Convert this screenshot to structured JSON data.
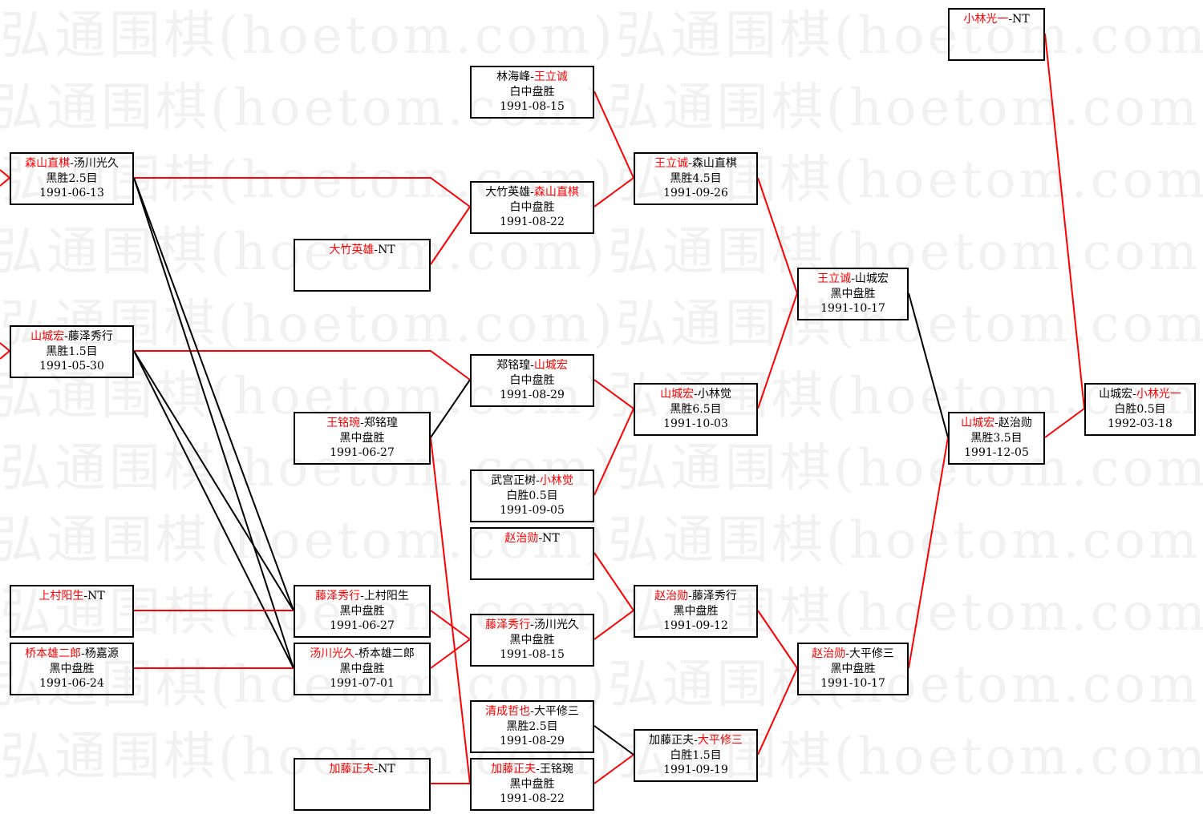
{
  "watermark_text": "弘通围棋(hoetom.com)",
  "colors": {
    "winner": "#ff0000",
    "line_win": "#ff0000",
    "line_loss": "#000000"
  },
  "matches": [
    {
      "id": "m_moriyama",
      "p1": "森山直棋",
      "sep": "-",
      "p2": "汤川光久",
      "winner": 1,
      "result": "黑胜2.5目",
      "date": "1991-06-13"
    },
    {
      "id": "m_yamashiro",
      "p1": "山城宏",
      "sep": "-",
      "p2": "藤泽秀行",
      "winner": 1,
      "result": "黑胜1.5目",
      "date": "1991-05-30"
    },
    {
      "id": "m_uemura",
      "p1": "上村阳生",
      "sep": "-",
      "p2": "NT",
      "winner": 1,
      "result": "",
      "date": ""
    },
    {
      "id": "m_hashimoto",
      "p1": "桥本雄二郎",
      "sep": "-",
      "p2": "杨嘉源",
      "winner": 1,
      "result": "黑中盘胜",
      "date": "1991-06-24"
    },
    {
      "id": "m_otake_nt",
      "p1": "大竹英雄",
      "sep": "-",
      "p2": "NT",
      "winner": 1,
      "result": "",
      "date": ""
    },
    {
      "id": "m_wangmingwan",
      "p1": "王铭琬",
      "sep": "-",
      "p2": "郑铭瑝",
      "winner": 1,
      "result": "黑中盘胜",
      "date": "1991-06-27"
    },
    {
      "id": "m_fujisawa_uemura",
      "p1": "藤泽秀行",
      "sep": "-",
      "p2": "上村阳生",
      "winner": 1,
      "result": "黑中盘胜",
      "date": "1991-06-27"
    },
    {
      "id": "m_yukawa_hashimoto",
      "p1": "汤川光久",
      "sep": "-",
      "p2": "桥本雄二郎",
      "winner": 1,
      "result": "黑中盘胜",
      "date": "1991-07-01"
    },
    {
      "id": "m_kato_nt",
      "p1": "加藤正夫",
      "sep": "-",
      "p2": "NT",
      "winner": 1,
      "result": "",
      "date": ""
    },
    {
      "id": "m_linhaifeng",
      "p1": "林海峰",
      "sep": "-",
      "p2": "王立诚",
      "winner": 2,
      "result": "白中盘胜",
      "date": "1991-08-15"
    },
    {
      "id": "m_otake_moriyama",
      "p1": "大竹英雄",
      "sep": "-",
      "p2": "森山直棋",
      "winner": 2,
      "result": "白中盘胜",
      "date": "1991-08-22"
    },
    {
      "id": "m_zheng_yamashiro",
      "p1": "郑铭瑝",
      "sep": "-",
      "p2": "山城宏",
      "winner": 2,
      "result": "白中盘胜",
      "date": "1991-08-29"
    },
    {
      "id": "m_takemiya",
      "p1": "武宫正树",
      "sep": "-",
      "p2": "小林觉",
      "winner": 2,
      "result": "白胜0.5目",
      "date": "1991-09-05"
    },
    {
      "id": "m_zhao_nt",
      "p1": "赵治勋",
      "sep": "-",
      "p2": "NT",
      "winner": 1,
      "result": "",
      "date": ""
    },
    {
      "id": "m_fujisawa_yukawa",
      "p1": "藤泽秀行",
      "sep": "-",
      "p2": "汤川光久",
      "winner": 1,
      "result": "黑中盘胜",
      "date": "1991-08-15"
    },
    {
      "id": "m_kiyonari",
      "p1": "清成哲也",
      "sep": "-",
      "p2": "大平修三",
      "winner": 1,
      "result": "黑胜2.5目",
      "date": "1991-08-29"
    },
    {
      "id": "m_kato_wang",
      "p1": "加藤正夫",
      "sep": "-",
      "p2": "王铭琬",
      "winner": 1,
      "result": "黑中盘胜",
      "date": "1991-08-22"
    },
    {
      "id": "m_wanglicheng_moriyama",
      "p1": "王立诚",
      "sep": "-",
      "p2": "森山直棋",
      "winner": 1,
      "result": "黑胜4.5目",
      "date": "1991-09-26"
    },
    {
      "id": "m_yamashiro_satoru",
      "p1": "山城宏",
      "sep": "-",
      "p2": "小林觉",
      "winner": 1,
      "result": "黑胜6.5目",
      "date": "1991-10-03"
    },
    {
      "id": "m_zhao_fujisawa",
      "p1": "赵治勋",
      "sep": "-",
      "p2": "藤泽秀行",
      "winner": 1,
      "result": "黑中盘胜",
      "date": "1991-09-12"
    },
    {
      "id": "m_kato_ohira",
      "p1": "加藤正夫",
      "sep": "-",
      "p2": "大平修三",
      "winner": 2,
      "result": "白胜1.5目",
      "date": "1991-09-19"
    },
    {
      "id": "m_wanglicheng_yamashiro",
      "p1": "王立诚",
      "sep": "-",
      "p2": "山城宏",
      "winner": 1,
      "result": "黑中盘胜",
      "date": "1991-10-17"
    },
    {
      "id": "m_zhao_ohira",
      "p1": "赵治勋",
      "sep": "-",
      "p2": "大平修三",
      "winner": 1,
      "result": "黑中盘胜",
      "date": "1991-10-17"
    },
    {
      "id": "m_yamashiro_zhao",
      "p1": "山城宏",
      "sep": "-",
      "p2": "赵治勋",
      "winner": 1,
      "result": "黑胜3.5目",
      "date": "1991-12-05"
    },
    {
      "id": "m_kobayashi_nt",
      "p1": "小林光一",
      "sep": "-",
      "p2": "NT",
      "winner": 1,
      "result": "",
      "date": ""
    },
    {
      "id": "m_final",
      "p1": "山城宏",
      "sep": "-",
      "p2": "小林光一",
      "winner": 2,
      "result": "白胜0.5目",
      "date": "1992-03-18"
    }
  ]
}
